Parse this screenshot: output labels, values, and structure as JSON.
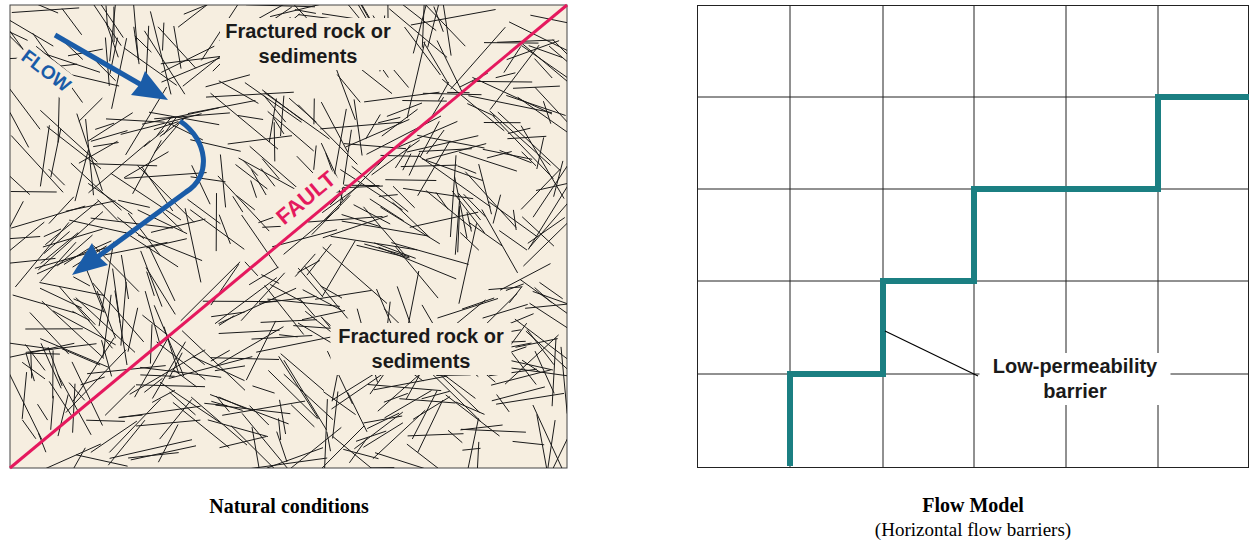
{
  "diagram": {
    "labels": [
      "Fractured rock or sediments",
      "FLOW",
      "FAULT",
      "Fractured rock or sediments",
      "Natural conditions",
      "Low-permeability barrier",
      "Flow Model",
      "(Horizontal flow barriers)"
    ]
  }
}
